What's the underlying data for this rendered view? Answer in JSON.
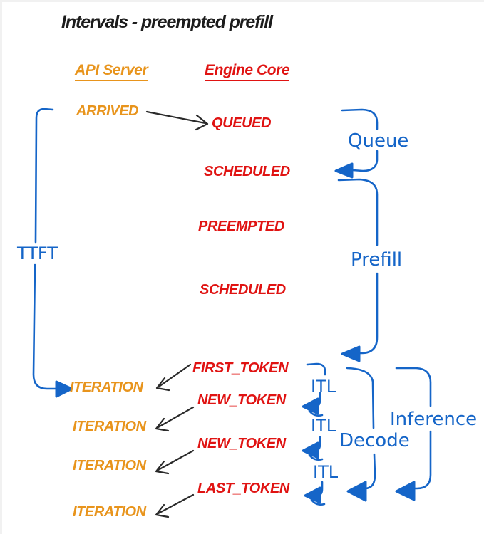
{
  "title": "Intervals - preempted prefill",
  "columns": {
    "api_server": {
      "label": "API Server"
    },
    "engine_core": {
      "label": "Engine Core"
    }
  },
  "api_events": [
    {
      "label": "ARRIVED"
    },
    {
      "label": "ITERATION"
    },
    {
      "label": "ITERATION"
    },
    {
      "label": "ITERATION"
    },
    {
      "label": "ITERATION"
    }
  ],
  "engine_events": [
    {
      "label": "QUEUED"
    },
    {
      "label": "SCHEDULED"
    },
    {
      "label": "PREEMPTED"
    },
    {
      "label": "SCHEDULED"
    },
    {
      "label": "FIRST_TOKEN"
    },
    {
      "label": "NEW_TOKEN"
    },
    {
      "label": "NEW_TOKEN"
    },
    {
      "label": "LAST_TOKEN"
    }
  ],
  "intervals": {
    "ttft": {
      "label": "TTFT"
    },
    "queue": {
      "label": "Queue"
    },
    "prefill": {
      "label": "Prefill"
    },
    "itl": [
      {
        "label": "ITL"
      },
      {
        "label": "ITL"
      },
      {
        "label": "ITL"
      }
    ],
    "decode": {
      "label": "Decode"
    },
    "inference": {
      "label": "Inference"
    }
  },
  "colors": {
    "accent_orange": "#E8941C",
    "accent_red": "#E01312",
    "accent_blue": "#1565C8",
    "ink_black": "#2a2a2a"
  }
}
